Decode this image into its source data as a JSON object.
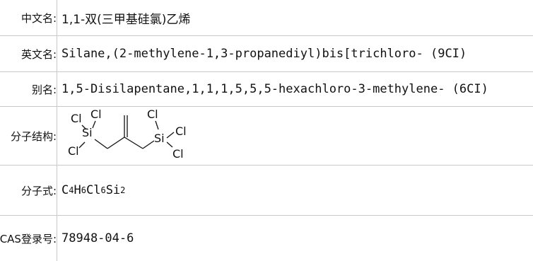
{
  "rows": [
    {
      "label": "中文名:",
      "value": "1,1-双(三甲基硅氯)乙烯"
    },
    {
      "label": "英文名:",
      "value": "Silane,(2-methylene-1,3-propanediyl)bis[trichloro- (9CI)"
    },
    {
      "label": "别名:",
      "value": "1,5-Disilapentane,1,1,1,5,5,5-hexachloro-3-methylene- (6CI)"
    },
    {
      "label": "分子结构:"
    },
    {
      "label": "分子式:"
    },
    {
      "label": "CAS登录号:",
      "value": "78948-04-6"
    }
  ],
  "structure": {
    "atom_cl": "Cl",
    "atom_si": "Si"
  },
  "formula": {
    "parts": [
      {
        "el": "C",
        "n": "4"
      },
      {
        "el": "H",
        "n": "6"
      },
      {
        "el": "Cl",
        "n": "6"
      },
      {
        "el": "Si",
        "n": "2"
      }
    ]
  }
}
